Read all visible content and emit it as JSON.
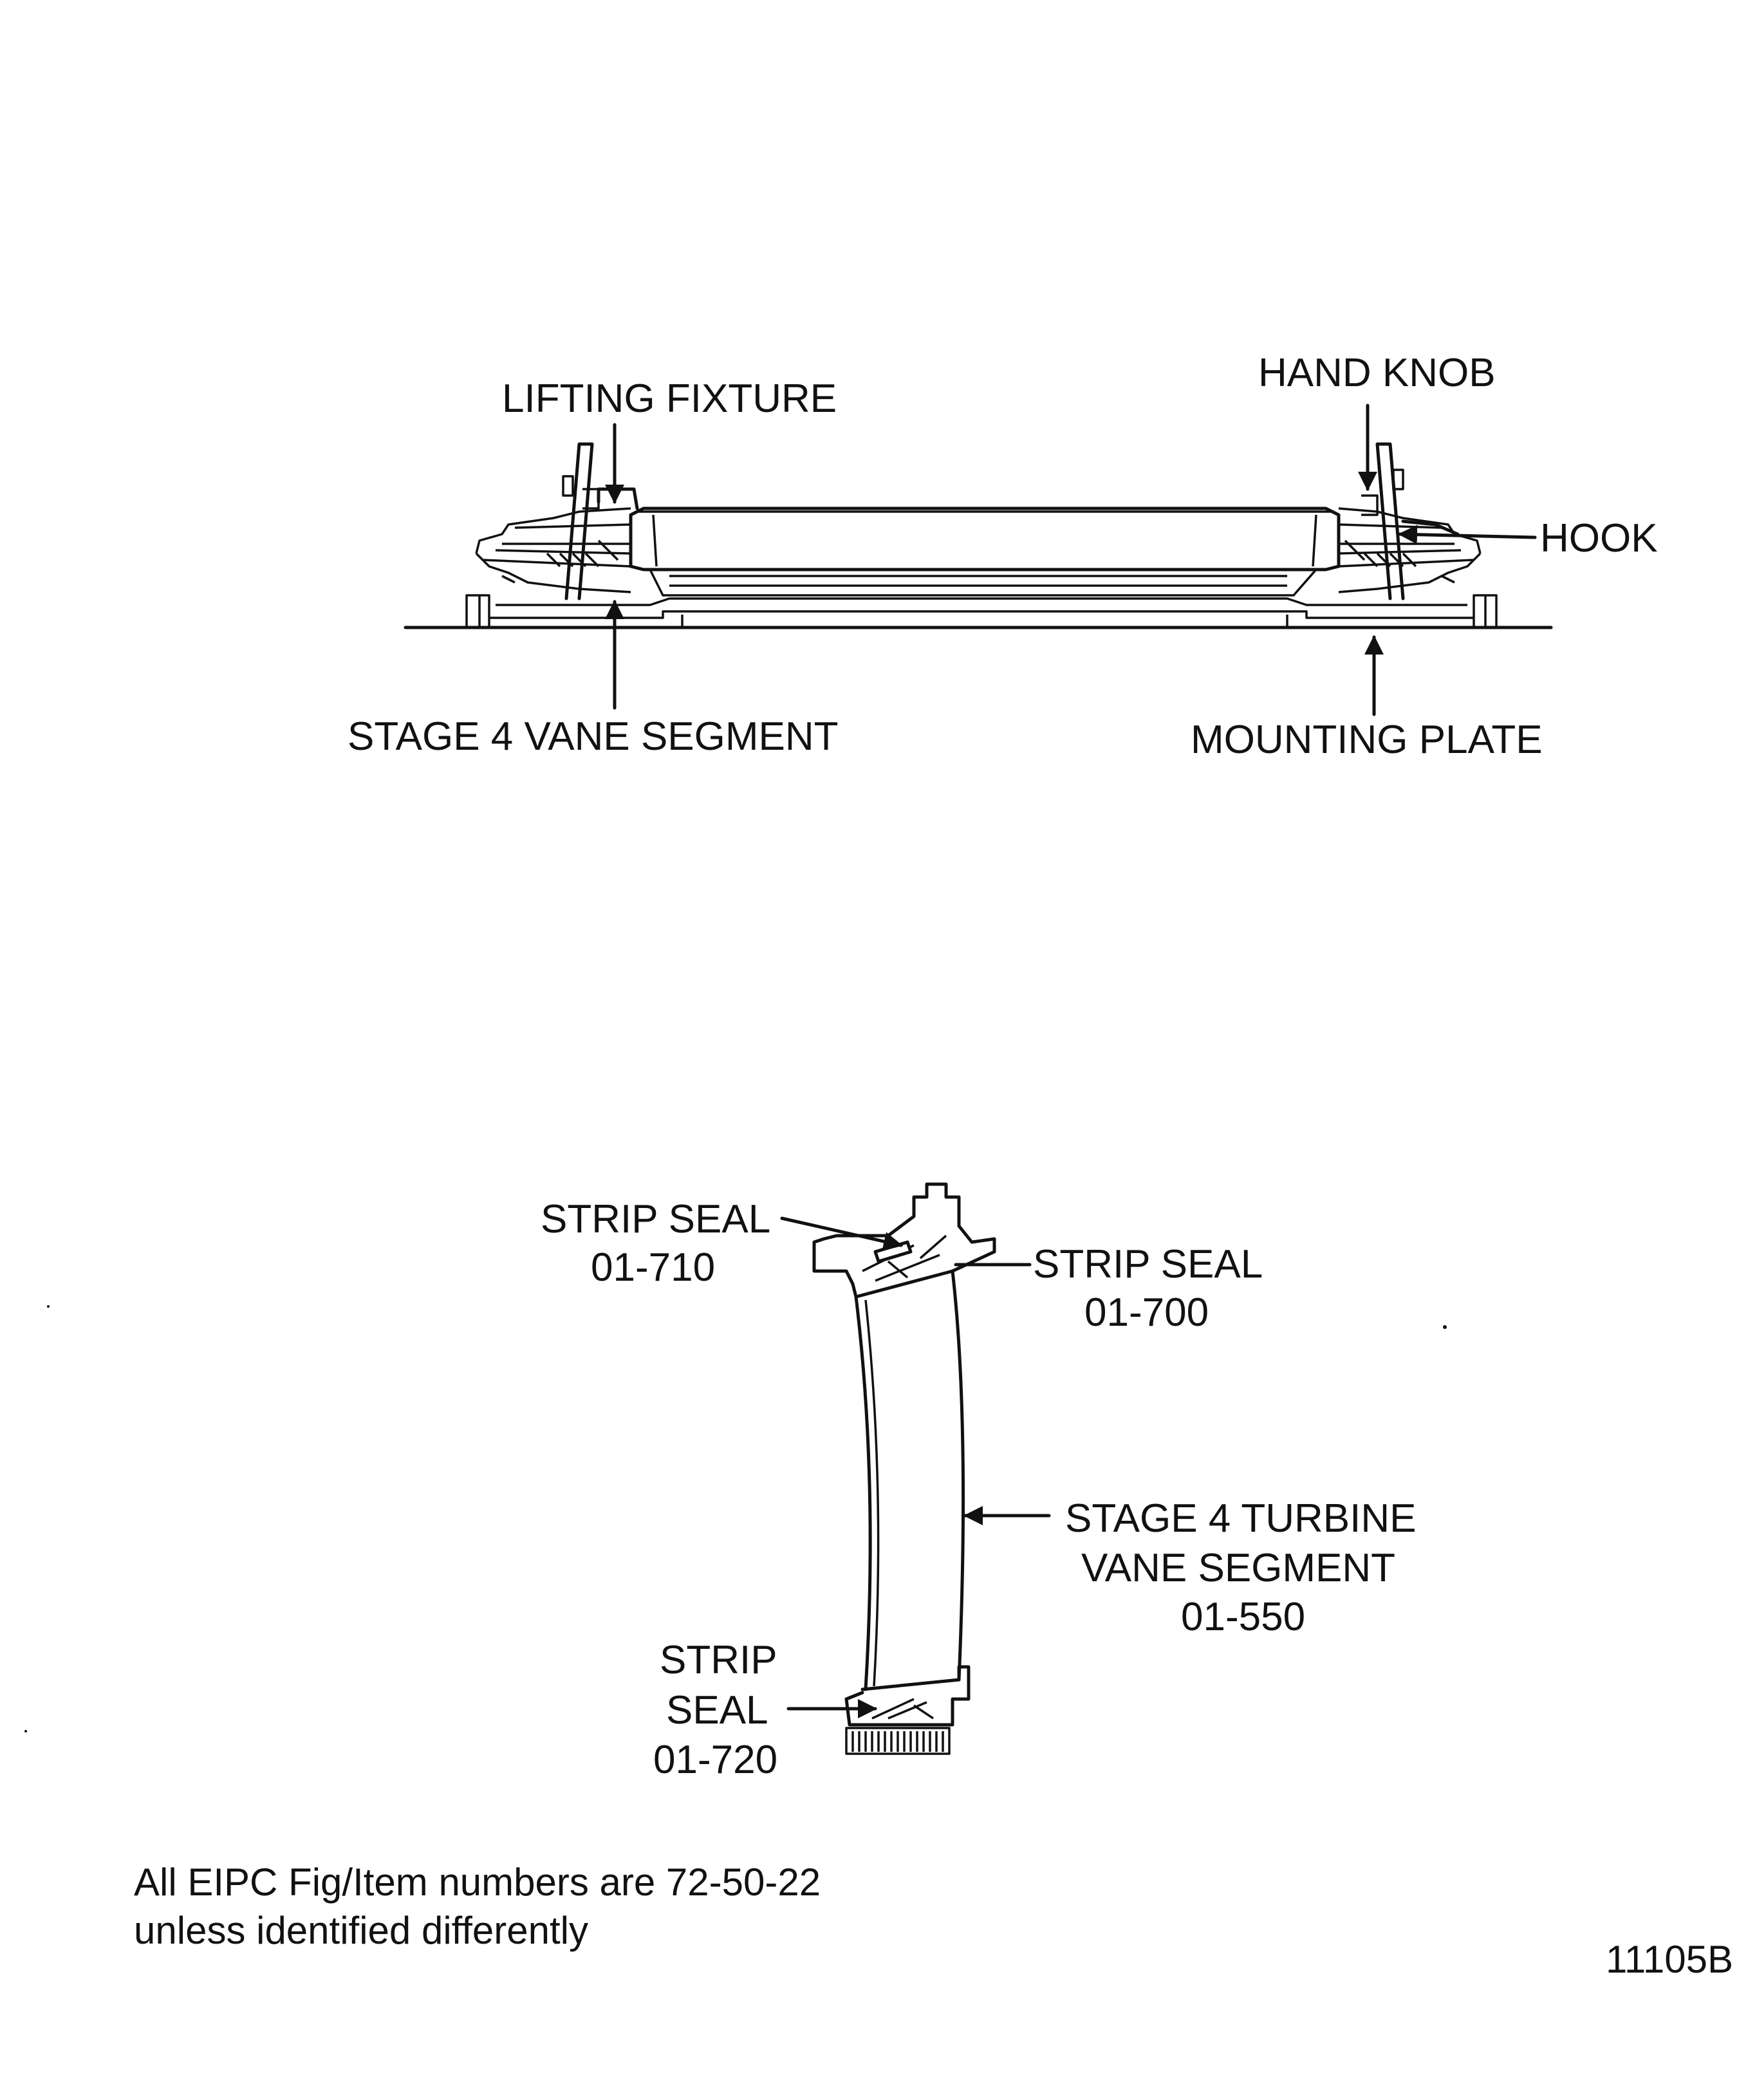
{
  "figure_id": "11105B",
  "assembly_view": {
    "labels": {
      "lifting_fixture": "LIFTING FIXTURE",
      "hand_knob": "HAND KNOB",
      "hook": "HOOK",
      "stage4_vane_segment": "STAGE 4 VANE SEGMENT",
      "mounting_plate": "MOUNTING PLATE"
    }
  },
  "vane_view": {
    "strip_seal_710": {
      "name": "STRIP SEAL",
      "number": "01-710"
    },
    "strip_seal_700": {
      "name": "STRIP SEAL",
      "number": "01-700"
    },
    "turbine_vane": {
      "line1": "STAGE 4 TURBINE",
      "line2": "VANE SEGMENT",
      "number": "01-550"
    },
    "strip_seal_720": {
      "line1": "STRIP",
      "line2": "SEAL",
      "number": "01-720"
    }
  },
  "footnote": {
    "line1": "All EIPC Fig/Item numbers are 72-50-22",
    "line2": "unless identified differently"
  },
  "colors": {
    "ink": "#111111",
    "paper": "#ffffff"
  }
}
